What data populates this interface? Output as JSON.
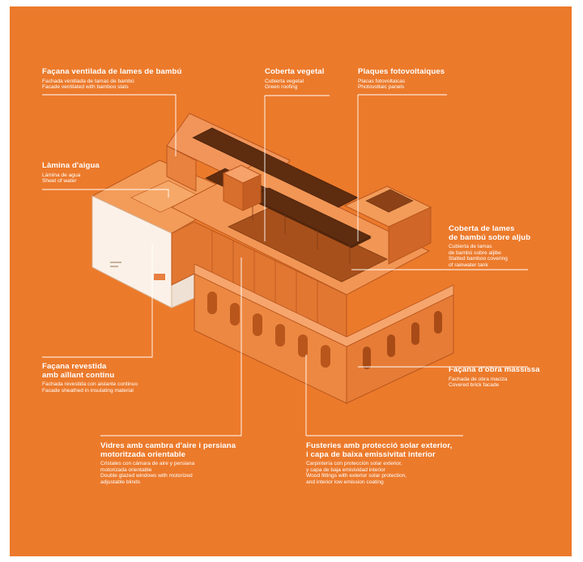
{
  "colors": {
    "background": "#ec7a2b",
    "building_light": "#f39c5a",
    "building_mid": "#e57a34",
    "building_dark": "#b9561c",
    "roof_dark": "#6a3212",
    "white": "#ffffff"
  },
  "labels": {
    "bamboo_facade": {
      "ca": "Façana ventilada de lames de bambú",
      "es": "Fachada ventilada de lamas de bambú",
      "en": "Facade ventilated with bamboo slats"
    },
    "green_roof": {
      "ca": "Coberta vegetal",
      "es": "Cubierta vegetal",
      "en": "Green roofing"
    },
    "solar_panels": {
      "ca": "Plaques fotovoltaiques",
      "es": "Placas fotovoltaicas",
      "en": "Photovoltaic panels"
    },
    "water_sheet": {
      "ca": "Làmina d'aigua",
      "es": "Lámina de agua",
      "en": "Sheet of water"
    },
    "bamboo_roof": {
      "ca": "Coberta de lames\nde bambú sobre aljub",
      "es": "Cubierta de lamas\nde bambú sobre aljibe",
      "en": "Slatted bamboo covering\nof rainwater tank"
    },
    "insulated_facade": {
      "ca": "Façana revestida\namb aïllant continu",
      "es": "Fachada revestida con aislante continuo",
      "en": "Facade sheathed in insulating material"
    },
    "brick_facade": {
      "ca": "Façana d'obra massissa",
      "es": "Fachada de obra maciza",
      "en": "Covered brick facade"
    },
    "glazed_windows": {
      "ca": "Vidres amb cambra d'aire i persiana\nmotoritzada orientable",
      "es": "Cristales con cámara de aire y persiana\nmotorizada orientable",
      "en": "Double glazed windows with motorized\nadjustable blinds"
    },
    "wood_fittings": {
      "ca": "Fusteries amb protecció solar exterior,\ni capa de baixa emissivitat interior",
      "es": "Carpintería con protección solar exterior,\ny capa de baja emisividad interior",
      "en": "Wood fittings with exterior solar protection,\nand interior low emission coating"
    }
  }
}
